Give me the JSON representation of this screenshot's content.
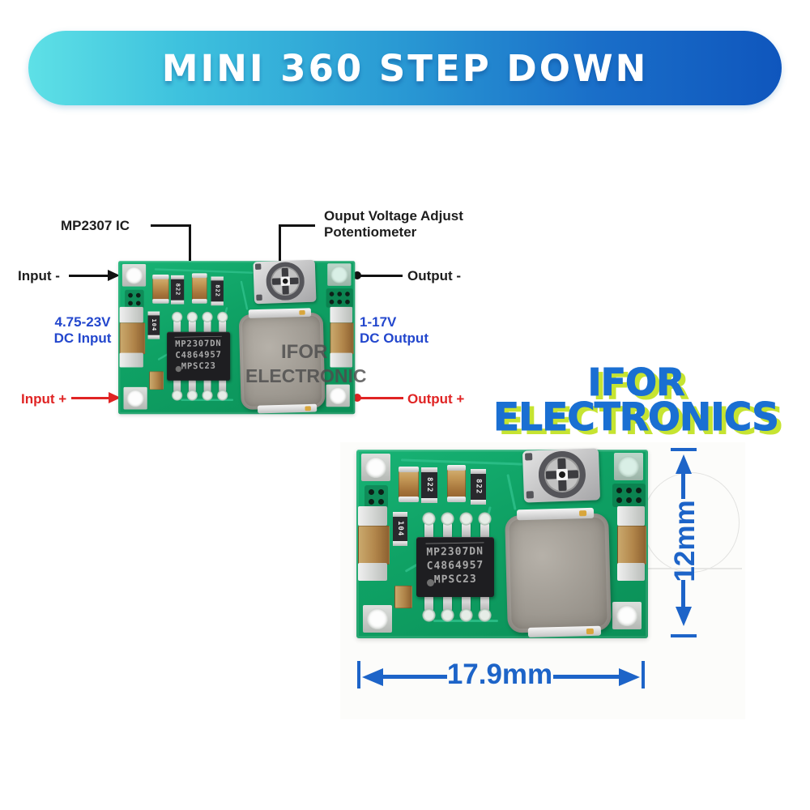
{
  "banner": {
    "title": "MINI 360 STEP DOWN"
  },
  "annotations": {
    "ic_label": "MP2307 IC",
    "pot_label_line1": "Ouput Voltage Adjust",
    "pot_label_line2": "Potentiometer",
    "input_minus": "Input -",
    "input_plus": "Input +",
    "output_minus": "Output -",
    "output_plus": "Output +",
    "dc_input_line1": "4.75-23V",
    "dc_input_line2": "DC Input",
    "dc_output_line1": "1-17V",
    "dc_output_line2": "DC Output"
  },
  "board": {
    "ic_marking_line1": "MP2307DN",
    "ic_marking_line2": "C4864957",
    "ic_marking_line3": "MPSC23",
    "resistor_marking": "822",
    "capacitor_marking": "104",
    "watermark_line1": "IFOR",
    "watermark_line2": "ELECTRONIC"
  },
  "logo": {
    "line1": "IFOR",
    "line2": "ELECTRONICS"
  },
  "dimensions": {
    "width": "17.9mm",
    "height": "12mm"
  },
  "colors": {
    "banner_gradient_start": "#5ee0e6",
    "banner_gradient_end": "#0f56bd",
    "annotation_negative": "#1a1a1a",
    "annotation_positive": "#e02424",
    "annotation_voltage": "#2347cd",
    "dimension_blue": "#1d64c8",
    "logo_blue": "#1a6fd2",
    "logo_shadow_green": "#c6e431",
    "pcb_green": "#0fa265"
  }
}
